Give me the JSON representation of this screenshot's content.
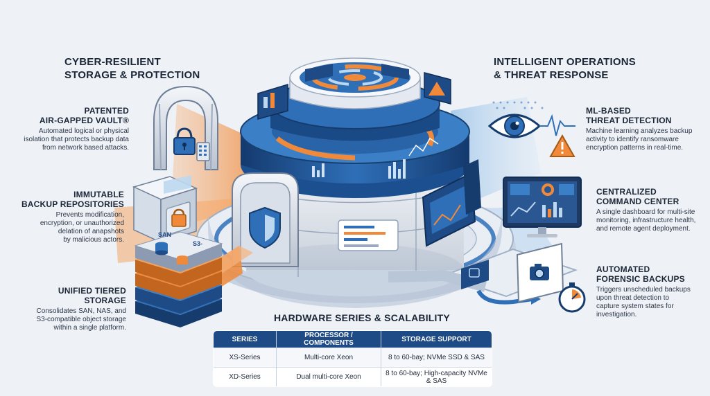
{
  "left_section": {
    "title_line1": "CYBER-RESILIENT",
    "title_line2": "STORAGE & PROTECTION",
    "features": [
      {
        "title_line1": "PATENTED",
        "title_line2": "AIR-GAPPED VAULT®",
        "desc": [
          "Automated logical or physical",
          "isolation that protects backup data",
          "from network based attacks."
        ]
      },
      {
        "title_line1": "IMMUTABLE",
        "title_line2": "BACKUP REPOSITORIES",
        "desc": [
          "Prevents modification,",
          "encryption, or unauthorized",
          "delation of anapshots",
          "by malicious actors."
        ]
      },
      {
        "title_line1": "UNIFIED TIERED",
        "title_line2": "STORAGE",
        "desc": [
          "Consolidates SAN, NAS, and",
          "S3-compatible object storage",
          "within a single platform."
        ]
      }
    ]
  },
  "right_section": {
    "title_line1": "INTELLIGENT OPERATIONS",
    "title_line2": "& THREAT RESPONSE",
    "features": [
      {
        "title_line1": "ML-BASED",
        "title_line2": "THREAT DETECTION",
        "desc": [
          "Machine learning analyzes backup",
          "activity to identify ransomware",
          "encryption patterns in real-time."
        ]
      },
      {
        "title_line1": "CENTRALIZED",
        "title_line2": "COMMAND CENTER",
        "desc": [
          "A single dashboard for multi-site",
          "monitoring, infrastructure health,",
          "and remote agent deployment."
        ]
      },
      {
        "title_line1": "AUTOMATED",
        "title_line2": "FORENSIC BACKUPS",
        "desc": [
          "Triggers unscheduled backups",
          "upon threat detection to",
          "capture system states for",
          "investigation."
        ]
      }
    ]
  },
  "storage_labels": {
    "san": "SAN",
    "s3": "S3-"
  },
  "hardware": {
    "title": "HARDWARE SERIES & SCALABILITY",
    "headers": [
      "SERIES",
      "PROCESSOR / COMPONENTS",
      "STORAGE SUPPORT"
    ],
    "rows": [
      [
        "XS-Series",
        "Multi-core Xeon",
        "8 to 60-bay; NVMe SSD & SAS"
      ],
      [
        "XD-Series",
        "Dual multi-core Xeon",
        "8 to 60-bay; High-capacity NVMe & SAS"
      ]
    ]
  },
  "colors": {
    "navy": "#1e4a86",
    "blue": "#2f6fb8",
    "orange": "#f08a3a",
    "light_blue": "#bcd8f0"
  },
  "icons": [
    "arch-gate-icon",
    "padlock-icon",
    "keypad-icon",
    "vault-box-icon",
    "storage-stack-icon",
    "shield-icon",
    "eye-icon",
    "warning-icon",
    "monitor-dashboard-icon",
    "camera-icon",
    "stopwatch-icon"
  ]
}
